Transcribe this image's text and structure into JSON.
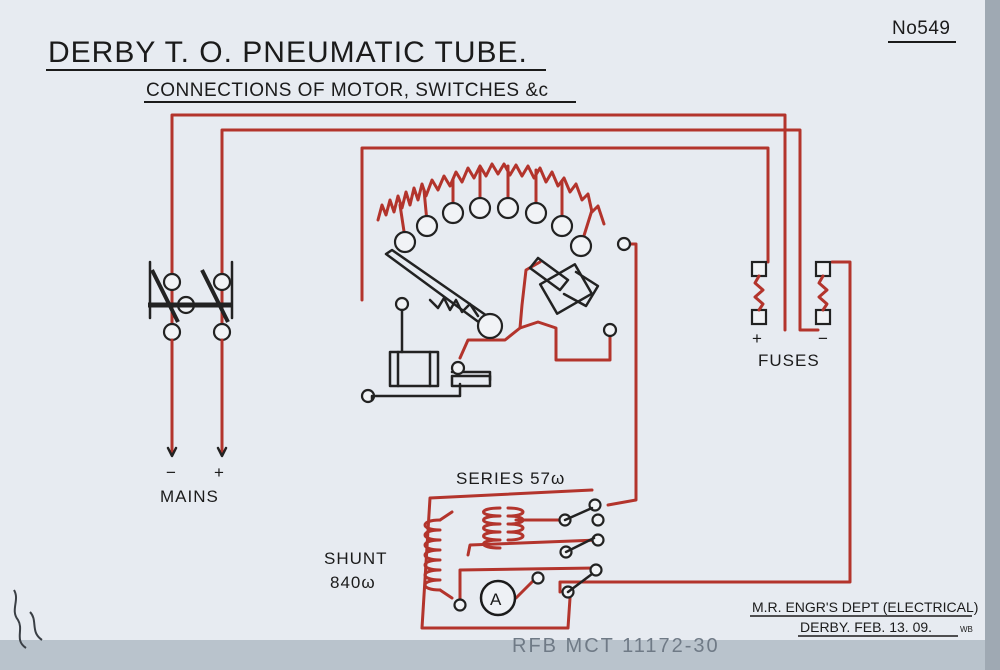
{
  "sheet": {
    "number": "No549",
    "title": "DERBY T. O. PNEUMATIC TUBE.",
    "subtitle": "CONNECTIONS OF MOTOR, SWITCHES &c",
    "footer_line1": "M.R. ENGR'S DEPT (ELECTRICAL)",
    "footer_line2": "DERBY. FEB. 13. 09.",
    "initials": "WB",
    "archive_ref": "RFB MCT 11172-30"
  },
  "labels": {
    "fuses": "FUSES",
    "fuse_plus": "+",
    "fuse_minus": "−",
    "mains": "MAINS",
    "mains_minus": "−",
    "mains_plus": "+",
    "series": "SERIES 57ω",
    "shunt_line1": "SHUNT",
    "shunt_line2": "840ω",
    "ammeter": "A"
  },
  "colors": {
    "paper": "#e7ebf1",
    "wire": "#b3342c",
    "ink": "#1b1b1b"
  }
}
